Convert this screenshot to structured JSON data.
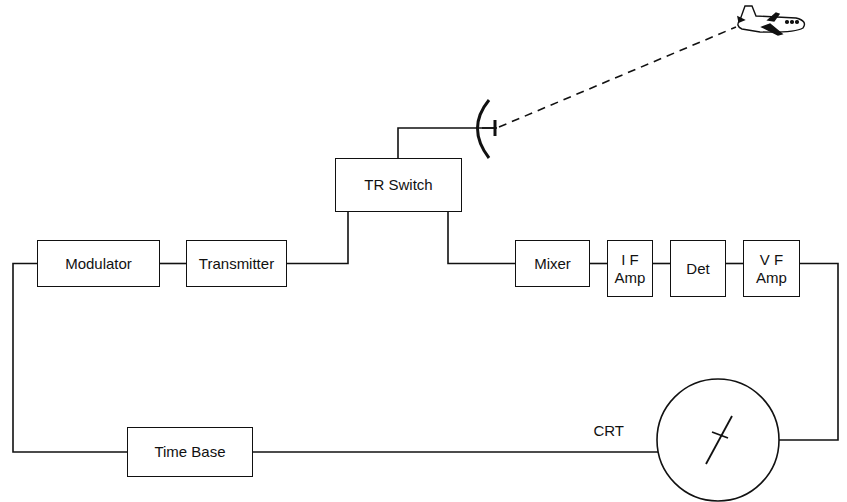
{
  "diagram": {
    "nodes": [
      {
        "text": [
          "Modulator"
        ]
      },
      {
        "text": [
          "Transmitter"
        ]
      },
      {
        "text": [
          "TR Switch"
        ]
      },
      {
        "text": [
          "Mixer"
        ]
      },
      {
        "text": [
          "I F Amp"
        ]
      },
      {
        "text": [
          "Det"
        ]
      },
      {
        "text": [
          "V F Amp"
        ]
      },
      {
        "text": [
          "Time Base"
        ]
      },
      {
        "text": [
          "CRT"
        ]
      }
    ],
    "edges": [
      {
        "from": 0,
        "to": 1,
        "arrow": "none"
      },
      {
        "from": 1,
        "to": 2,
        "arrow": "none"
      },
      {
        "from": 2,
        "to": 3,
        "arrow": "none"
      },
      {
        "from": 3,
        "to": 4,
        "arrow": "none"
      },
      {
        "from": 4,
        "to": 5,
        "arrow": "none"
      },
      {
        "from": 5,
        "to": 6,
        "arrow": "none"
      },
      {
        "from": 0,
        "to": 7,
        "arrow": "none"
      },
      {
        "from": 7,
        "to": 8,
        "arrow": "none"
      },
      {
        "from": 6,
        "to": 8,
        "arrow": "none"
      }
    ]
  }
}
